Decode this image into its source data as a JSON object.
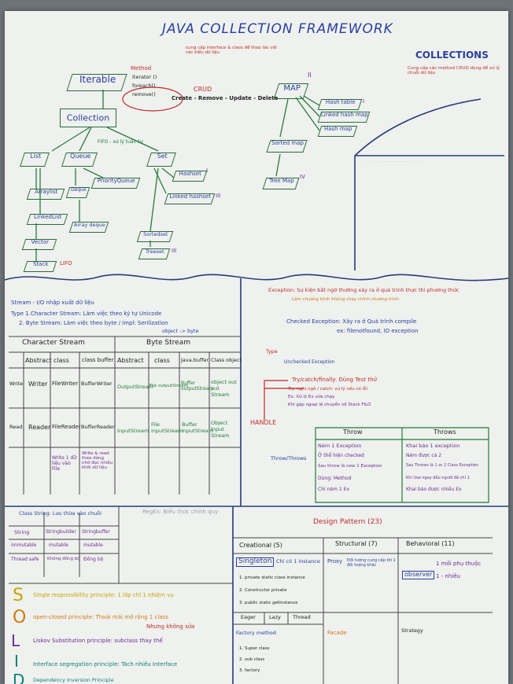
{
  "title": "JAVA COLLECTION FRAMEWORK",
  "collections_label": "COLLECTIONS",
  "collections_note": "Cung cấp các method CRUD dùng để xử lý chuỗi dữ liệu",
  "top_note": "cung cấp interface & class để thao tác với các kiểu dữ liệu",
  "iterable": "Iterable",
  "method_label": "Method",
  "methods": [
    "iterator ()",
    "foreach()",
    "remove()"
  ],
  "crud": "CRUD",
  "crud_full": "Create - Remove - Update - Delete",
  "collection": "Collection",
  "map": "MAP",
  "hashtable": "Hash table",
  "linkedhashmap": "Linked hash map",
  "hashmap": "Hash map",
  "sortedmap": "Sorted map",
  "treemap": "Tree Map",
  "list": "List",
  "queue": "Queue",
  "set": "Set",
  "fifo_note": "FIFO - xử lý tuần tự",
  "arraylist": "Arraylist",
  "linkedlist": "LinkedList",
  "vector": "Vector",
  "stack": "Stack",
  "lifo": "LIFO",
  "priorityqueue": "PriorityQueue",
  "arraydeque": "Array deque",
  "deque": "Deque",
  "hashset": "Hashset",
  "linkedhashset": "Linked hashset",
  "sortedset": "Sortedset",
  "treeset": "Treeset",
  "roman": [
    "I",
    "II",
    "III",
    "IV"
  ],
  "stream_title": "Stream - I/O nhập xuất dữ liệu",
  "stream_type": "Type 1.Character Stream: Làm việc theo ký tự Unicode",
  "stream_type2": "2. Byte Stream: Làm việc theo byte / impl: Serilization",
  "stream_type3": "object -> byte",
  "char_stream": "Character Stream",
  "byte_stream": "Byte Stream",
  "stream_headers": [
    "Abstract",
    "class",
    "class buffer",
    "Abstract",
    "class",
    "Java.buffer",
    "Class object"
  ],
  "row_write": [
    "Write",
    "Writer",
    "FileWriter",
    "BufferWriter",
    "OutputStream",
    "File outputStream",
    "Buffer outputStream",
    "object out put Stream"
  ],
  "row_read": [
    "Read",
    "Reader",
    "FileReader",
    "BufferReader",
    "InputStream",
    "File inputStream",
    "Buffer inputStream",
    "Object Input Stream"
  ],
  "write_note": "Write 1 dữ liệu vào File",
  "write_note2": "Write & read theo dòng nhờ đọc nhiều khối dữ liệu",
  "exception_title": "Exception: Sự kiện bất ngờ thường xảy ra ở quá trình thực thi phương thức",
  "exception_sub": "Làm chương trình không chạy chính chương trình",
  "checked": "Checked Exception: Xảy ra ở Quá trình compile",
  "checked_ex": "ex: filenotfound, IO exception",
  "unchecked": "Unchecked Exception",
  "type_label": "Type",
  "trycatch": "Try/catch/finally: Dùng Test thử",
  "try_line1": "Try: nghi ngờ / catch: xử lý nếu có lỗi",
  "try_line2": "Ex: Xử lý Ex vừa chạy",
  "try_line3": "Khi gặp ngoại lệ chuyển về Stack FILO",
  "handle": "HANDLE",
  "throw_label": "Throw/Throws",
  "throw": "Throw",
  "throws": "Throws",
  "throw_items": [
    "Ném 1 Exception",
    "Ở thể hiện checked",
    "Sau throw là new 1 Exception",
    "Dùng: Method",
    "Chỉ ném 1 Ex"
  ],
  "throws_items": [
    "Khai báo 1 exception",
    "Ném được cả 2",
    "Sau Throws là 1 or 2 Class Exception",
    "Khi Use ngay đầu người đã chỉ 1",
    "Khai báo được nhiều Ex"
  ],
  "string_title": "Class String: Lưu thừa vào chuỗi",
  "regex_title": "RegEx: Biểu thức chính quy",
  "string_cols": [
    "String",
    "Stringbuilder",
    "Stringbuffer"
  ],
  "string_row2": [
    "immutable",
    "mutable",
    "mutable"
  ],
  "string_row3": [
    "Thread safe",
    "Không đồng bộ",
    "Đồng bộ"
  ],
  "design_pattern": "Design Pattern (23)",
  "creational": "Creational (5)",
  "structural": "Structural (7)",
  "behavioral": "Behavioral (11)",
  "singleton": "Singleton",
  "singleton_desc": "Chỉ có 1 instance",
  "singleton_items": [
    "1. private static class instance",
    "2. Constructor private",
    "3. public static getInstance"
  ],
  "eager": "Eager",
  "lazy": "Lazy",
  "thread": "Thread",
  "factory": "Factory method",
  "factory_items": [
    "1. Super class",
    "2. sub class",
    "3. factory"
  ],
  "proxy": "Proxy",
  "proxy_desc": "Đối tượng cung cấp tới 1 đối tượng khác",
  "facade": "Facade",
  "observer": "observer",
  "observer_desc": "1 mối phụ thuộc",
  "observer_desc2": "1 - nhiều",
  "strategy": "Strategy",
  "solid": [
    "S",
    "O",
    "L",
    "I",
    "D"
  ],
  "solid_lines": [
    "Single responsibility principle: 1 lớp chỉ 1 nhiệm vụ",
    "open-closed principle: Thoải mái mở rộng 1 class",
    "Liskov Substitution principle: subclass thay thế",
    "Interface segregation principle: Tách nhiều Interface",
    "Dependency Inversion Principle"
  ],
  "solid_sub": "Nhưng không sửa"
}
